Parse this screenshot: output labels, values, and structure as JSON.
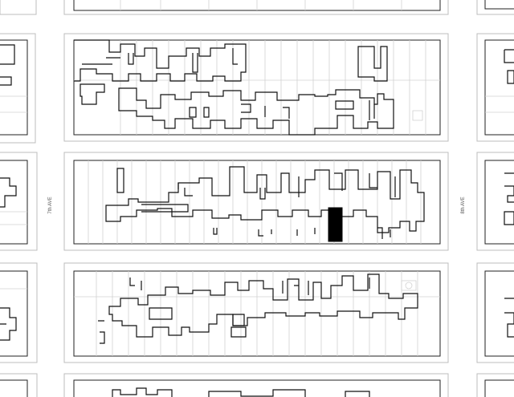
{
  "map": {
    "streets": {
      "left_avenue": "7th AVE",
      "right_avenue": "8th AVE"
    },
    "colors": {
      "background": "#ffffff",
      "block_outline": "#222222",
      "building_outline": "#111111",
      "lot_lines": "#d2d2d2",
      "sidewalk_outline": "#bcbcbc",
      "highlighted_building": "#000000"
    },
    "highlighted_building_count": 1
  }
}
